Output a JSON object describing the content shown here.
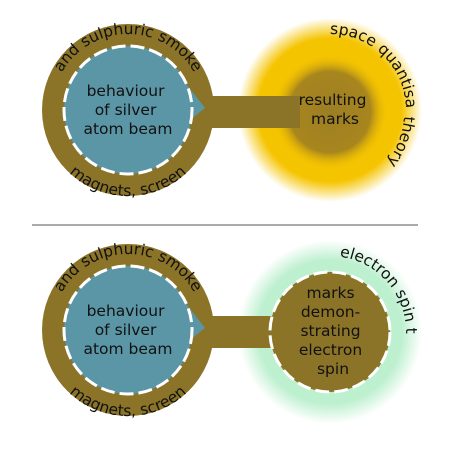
{
  "colors": {
    "olive": "#8b7428",
    "teal": "#5b96a6",
    "gold": "#f5c400",
    "mint": "#bdf0cf",
    "divider": "#777777",
    "text": "#111111"
  },
  "panels": [
    {
      "left_ring_text": "magnets, screen and sulphuric smoke",
      "left_label_lines": [
        "behaviour",
        "of silver",
        "atom beam"
      ],
      "right_ring_text": "space quantisation theory",
      "right_label_lines": [
        "resulting",
        "marks"
      ]
    },
    {
      "left_ring_text": "magnets, screen and sulphuric smoke",
      "left_label_lines": [
        "behaviour",
        "of silver",
        "atom beam"
      ],
      "right_ring_text": "electron spin theory",
      "right_label_lines": [
        "marks",
        "demon-",
        "strating",
        "electron",
        "spin"
      ]
    }
  ]
}
